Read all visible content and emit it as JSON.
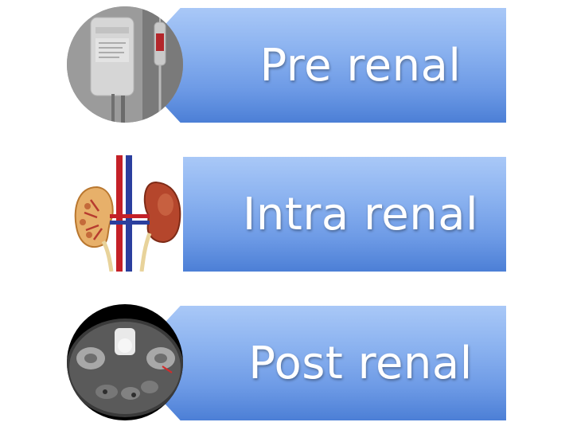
{
  "rows": [
    {
      "label": "Pre renal",
      "image": "iv-fluid-bag-photo"
    },
    {
      "label": "Intra renal",
      "image": "kidney-illustration"
    },
    {
      "label": "Post renal",
      "image": "ct-scan-abdomen"
    }
  ]
}
